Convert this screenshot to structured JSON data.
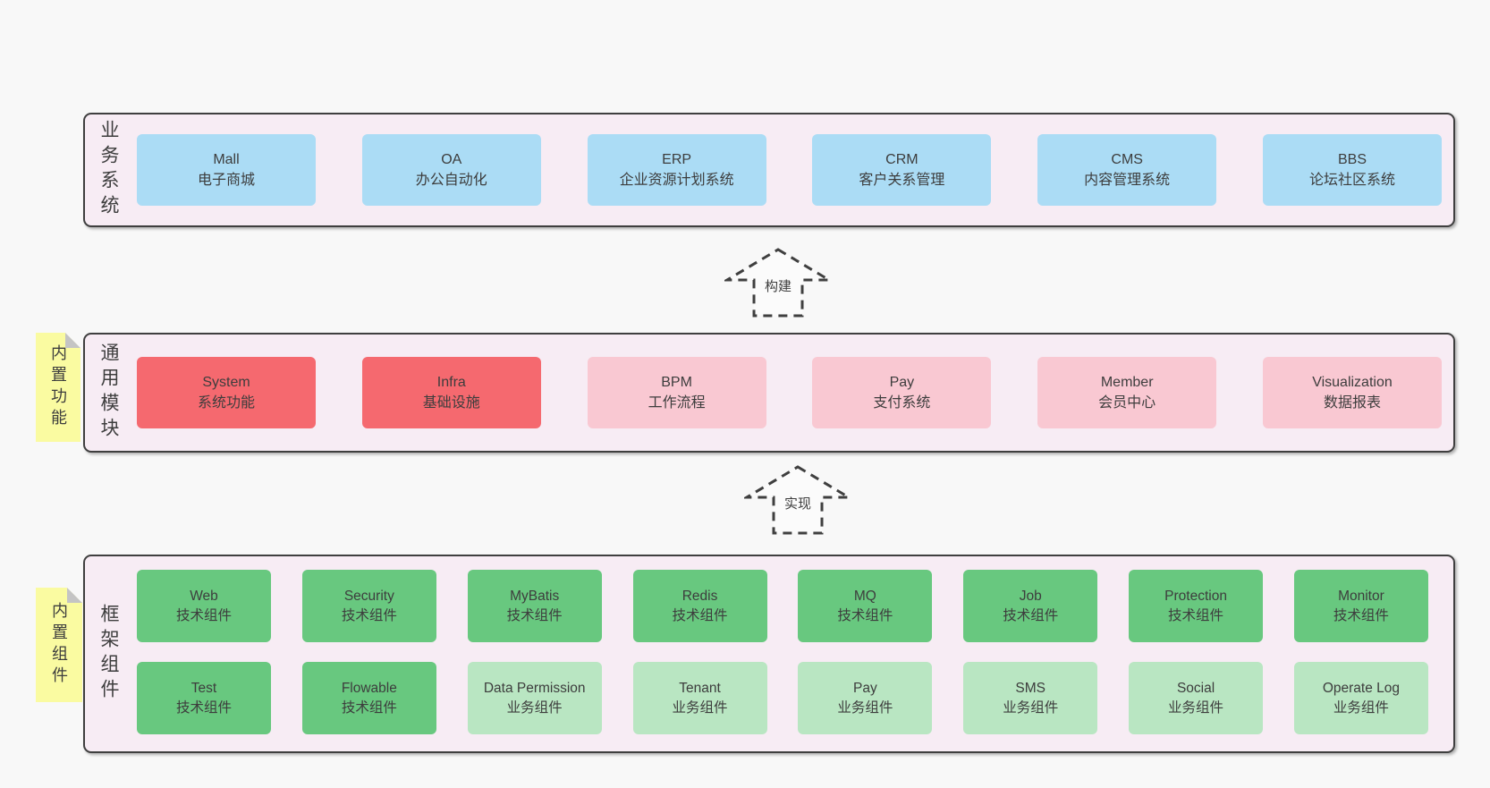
{
  "layers": [
    {
      "id": "business",
      "label": "业务系统",
      "boxes": [
        {
          "title": "Mall",
          "subtitle": "电子商城",
          "variant": "blue"
        },
        {
          "title": "OA",
          "subtitle": "办公自动化",
          "variant": "blue"
        },
        {
          "title": "ERP",
          "subtitle": "企业资源计划系统",
          "variant": "blue"
        },
        {
          "title": "CRM",
          "subtitle": "客户关系管理",
          "variant": "blue"
        },
        {
          "title": "CMS",
          "subtitle": "内容管理系统",
          "variant": "blue"
        },
        {
          "title": "BBS",
          "subtitle": "论坛社区系统",
          "variant": "blue"
        }
      ]
    },
    {
      "id": "common",
      "label": "通用模块",
      "note": "内置功能",
      "boxes": [
        {
          "title": "System",
          "subtitle": "系统功能",
          "variant": "red"
        },
        {
          "title": "Infra",
          "subtitle": "基础设施",
          "variant": "red"
        },
        {
          "title": "BPM",
          "subtitle": "工作流程",
          "variant": "pink"
        },
        {
          "title": "Pay",
          "subtitle": "支付系统",
          "variant": "pink"
        },
        {
          "title": "Member",
          "subtitle": "会员中心",
          "variant": "pink"
        },
        {
          "title": "Visualization",
          "subtitle": "数据报表",
          "variant": "pink"
        }
      ]
    },
    {
      "id": "framework",
      "label": "框架组件",
      "note": "内置组件",
      "rows": [
        [
          {
            "title": "Web",
            "subtitle": "技术组件",
            "variant": "green"
          },
          {
            "title": "Security",
            "subtitle": "技术组件",
            "variant": "green"
          },
          {
            "title": "MyBatis",
            "subtitle": "技术组件",
            "variant": "green"
          },
          {
            "title": "Redis",
            "subtitle": "技术组件",
            "variant": "green"
          },
          {
            "title": "MQ",
            "subtitle": "技术组件",
            "variant": "green"
          },
          {
            "title": "Job",
            "subtitle": "技术组件",
            "variant": "green"
          },
          {
            "title": "Protection",
            "subtitle": "技术组件",
            "variant": "green"
          },
          {
            "title": "Monitor",
            "subtitle": "技术组件",
            "variant": "green"
          }
        ],
        [
          {
            "title": "Test",
            "subtitle": "技术组件",
            "variant": "green"
          },
          {
            "title": "Flowable",
            "subtitle": "技术组件",
            "variant": "green"
          },
          {
            "title": "Data Permission",
            "subtitle": "业务组件",
            "variant": "lightgreen"
          },
          {
            "title": "Tenant",
            "subtitle": "业务组件",
            "variant": "lightgreen"
          },
          {
            "title": "Pay",
            "subtitle": "业务组件",
            "variant": "lightgreen"
          },
          {
            "title": "SMS",
            "subtitle": "业务组件",
            "variant": "lightgreen"
          },
          {
            "title": "Social",
            "subtitle": "业务组件",
            "variant": "lightgreen"
          },
          {
            "title": "Operate Log",
            "subtitle": "业务组件",
            "variant": "lightgreen"
          }
        ]
      ]
    }
  ],
  "arrows": [
    {
      "label": "构建"
    },
    {
      "label": "实现"
    }
  ],
  "colors": {
    "page_bg": "#f8f8f8",
    "container_bg": "#f7ecf4",
    "outline": "#3f3f3f",
    "text": "#3d3d3d",
    "note_bg": "#fafba1",
    "note_fold": "#c4c4c4",
    "variants": {
      "blue": "#abdcf5",
      "red": "#f5696f",
      "pink": "#f9c8d2",
      "green": "#68c87f",
      "lightgreen": "#b9e6c2"
    }
  }
}
